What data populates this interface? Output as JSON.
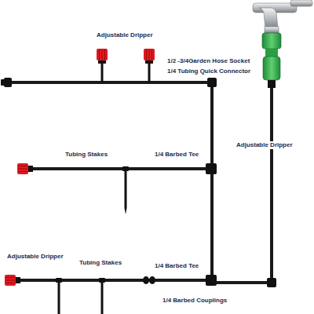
{
  "diagram": {
    "labels": [
      "Adjustable Dripper",
      "1/2 -3/4Garden Hose Socket",
      "1/4 Tubing Quick Connector",
      "Adjustable Dripper",
      "Tubing Stakes",
      "1/4 Barbed Tee",
      "Adjustable Dripper",
      "Tubing Stakes",
      "1/4 Barbed Tee",
      "1/4 Barbed Couplings"
    ]
  }
}
